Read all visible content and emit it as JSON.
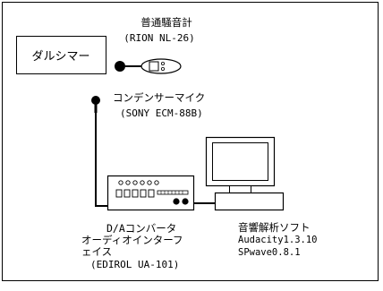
{
  "instrument": {
    "label": "ダルシマー"
  },
  "sound_level_meter": {
    "name": "普通騒音計",
    "model": "(RION NL-26)"
  },
  "microphone": {
    "name": "コンデンサーマイク",
    "model": "(SONY ECM-88B)"
  },
  "converter": {
    "line1": "D/Aコンバータ",
    "line2": "オーディオインターフ",
    "line3": "ェイス",
    "model": "(EDIROL UA-101)"
  },
  "software": {
    "name": "音響解析ソフト",
    "app1": "Audacity1.3.10",
    "app2": "SPwave0.8.1"
  },
  "colors": {
    "line": "#000000",
    "background": "#ffffff"
  }
}
